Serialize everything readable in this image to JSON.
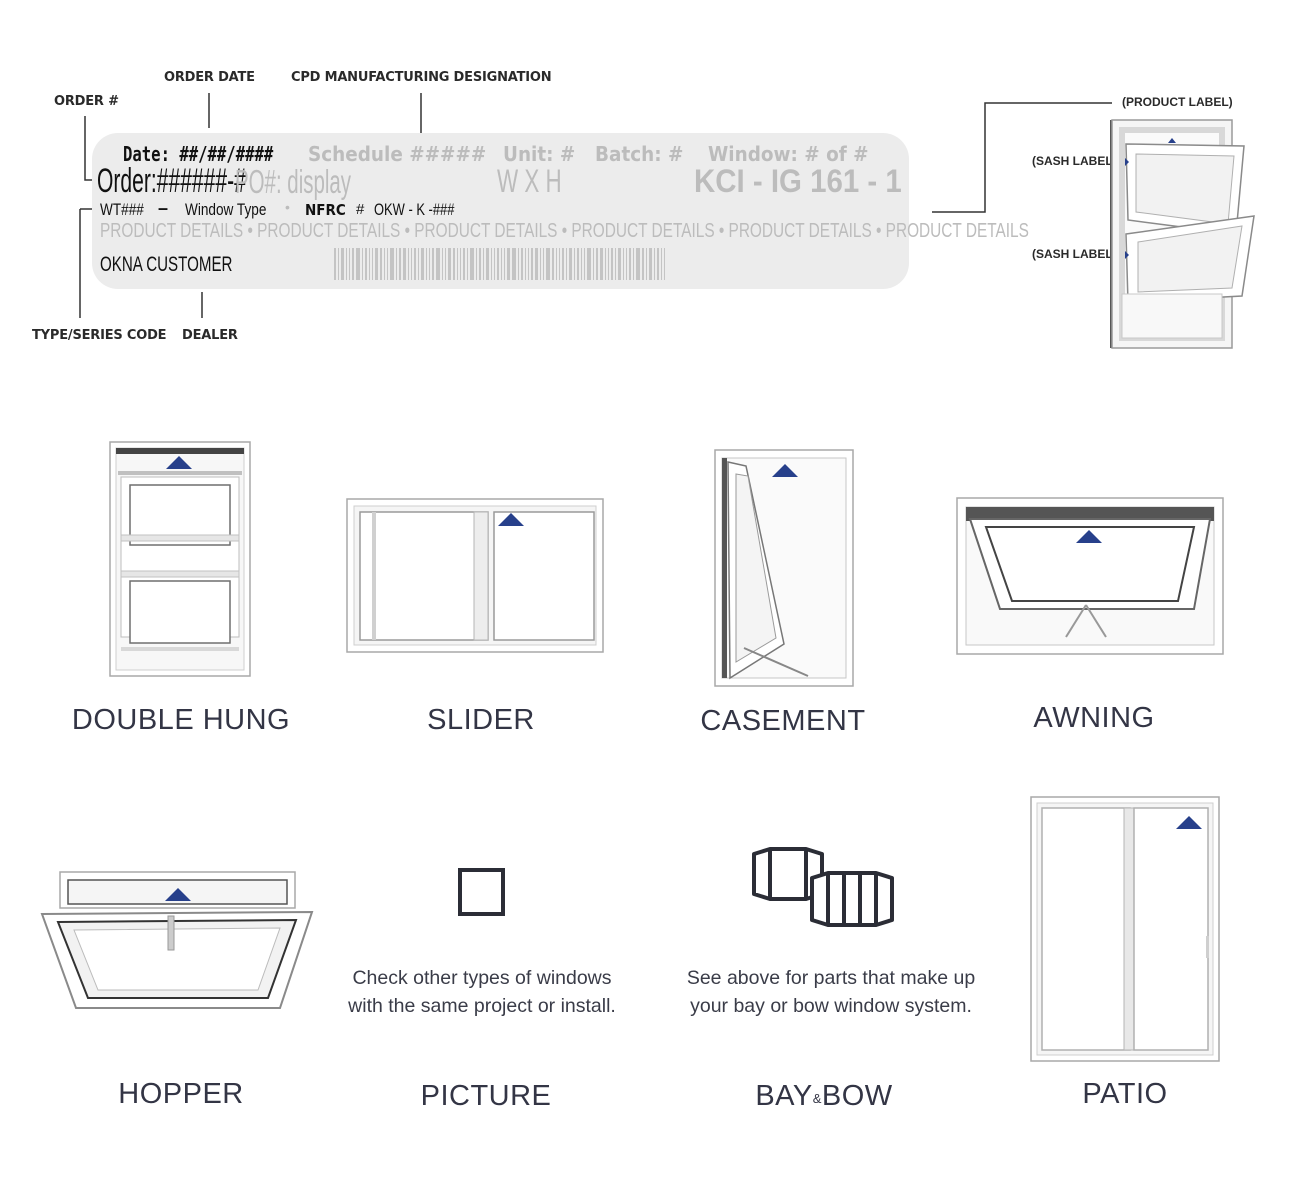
{
  "callouts": {
    "order_date": "ORDER DATE",
    "cpd": "CPD MANUFACTURING DESIGNATION",
    "order_num": "ORDER #",
    "type_series": "TYPE/SERIES CODE",
    "dealer": "DEALER",
    "product_label": "(PRODUCT LABEL)",
    "sash_label_top": "(SASH LABEL)",
    "sash_label_bottom": "(SASH LABEL)"
  },
  "label": {
    "date": "Date: ##/##/####",
    "schedule": "Schedule #####",
    "unit": "Unit: #",
    "batch": "Batch: #",
    "window": "Window: # of #",
    "order": "Order:######-#",
    "po": "PO#: display",
    "wxh": "W X H",
    "kci": "KCI - IG 161 - 1",
    "wt": "WT###",
    "dash": "–",
    "window_type": "Window Type",
    "bullet": "•",
    "nfrc": "NFRC",
    "hash": "#",
    "okw": "OKW - K -###",
    "product_details": "PRODUCT DETAILS • PRODUCT DETAILS • PRODUCT DETAILS • PRODUCT DETAILS • PRODUCT DETAILS • PRODUCT DETAILS",
    "customer": "OKNA CUSTOMER"
  },
  "windows": {
    "double_hung": "DOUBLE HUNG",
    "slider": "SLIDER",
    "casement": "CASEMENT",
    "awning": "AWNING",
    "hopper": "HOPPER",
    "picture": "PICTURE",
    "bay": "BAY",
    "amp": "&",
    "bow": "BOW",
    "patio": "PATIO"
  },
  "descriptions": {
    "picture_line1": "Check other types of windows",
    "picture_line2": "with the same project or install.",
    "bay_line1": "See above for parts that make up",
    "bay_line2": "your bay or bow window system."
  },
  "colors": {
    "arrow": "#27408b",
    "frame": "#ffffff",
    "frame_edge": "#b8b8b8",
    "icon_stroke": "#2b2d36"
  }
}
